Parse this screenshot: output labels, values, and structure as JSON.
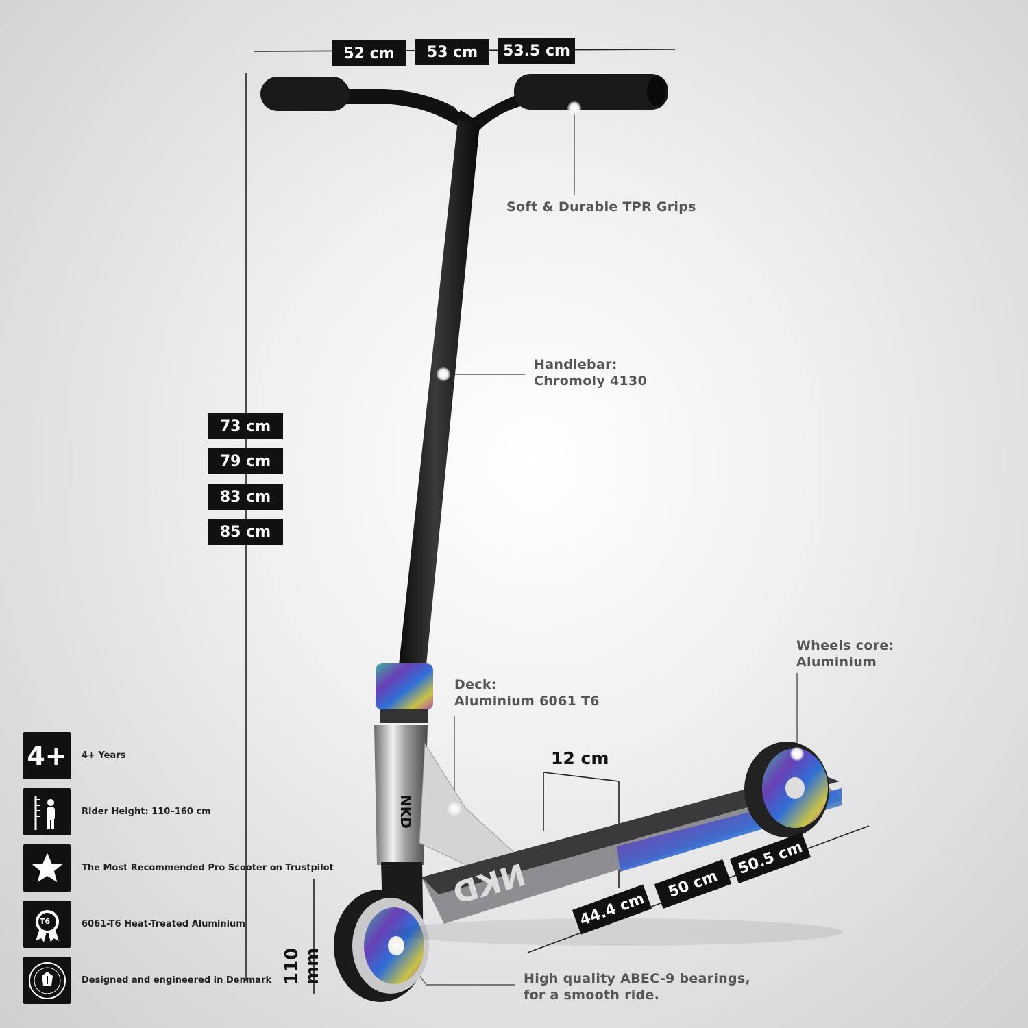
{
  "width_dims": [
    "52 cm",
    "53 cm",
    "53.5 cm"
  ],
  "height_dims": [
    "73 cm",
    "79 cm",
    "83 cm",
    "85 cm"
  ],
  "deck_width": "12 cm",
  "deck_lengths": [
    "44.4 cm",
    "50 cm",
    "50.5 cm"
  ],
  "wheel_size": "110 mm",
  "callouts": {
    "grips": "Soft & Durable TPR Grips",
    "handlebar_1": "Handlebar:",
    "handlebar_2": "Chromoly 4130",
    "deck_1": "Deck:",
    "deck_2": "Aluminium 6061 T6",
    "wheels_1": "Wheels core:",
    "wheels_2": "Aluminium",
    "bearings_1": "High quality ABEC-9 bearings,",
    "bearings_2": "for a smooth ride."
  },
  "brand": "NKD",
  "features": [
    {
      "icon": "age-icon",
      "badge": "4+",
      "text": "4+ Years"
    },
    {
      "icon": "rider-height-icon",
      "text": "Rider Height: 110–160 cm"
    },
    {
      "icon": "star-icon",
      "text": "The Most Recommended Pro Scooter on Trustpilot"
    },
    {
      "icon": "t6-medal-icon",
      "badge": "T6",
      "text": "6061-T6 Heat-Treated Aluminium"
    },
    {
      "icon": "danish-design-seal-icon",
      "text": "Designed and engineered in Denmark"
    }
  ]
}
